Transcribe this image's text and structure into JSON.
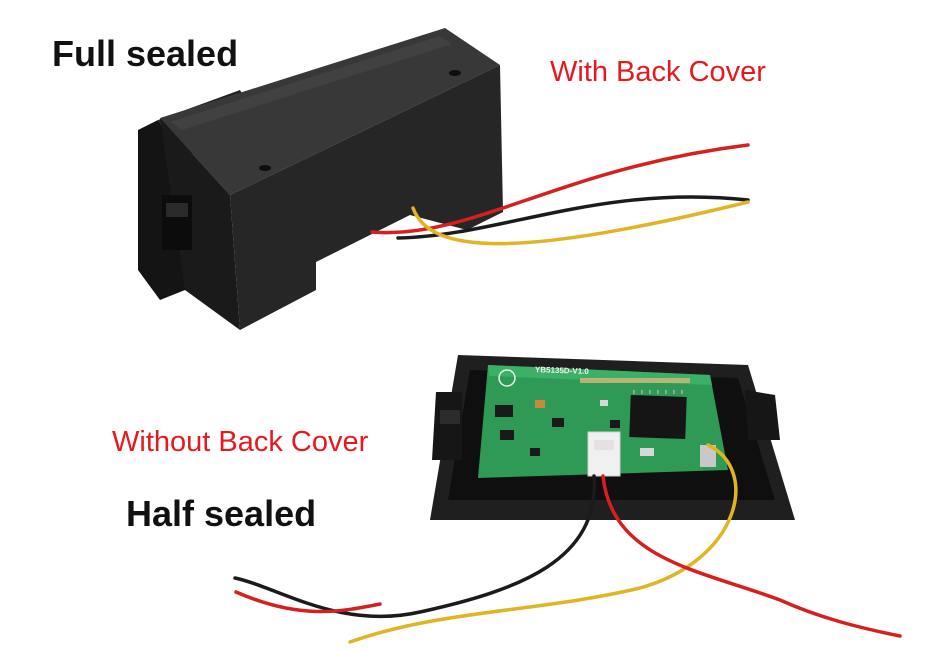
{
  "captions": {
    "full_sealed": "Full sealed",
    "with_back_cover": "With Back Cover",
    "without_back_cover": "Without Back Cover",
    "half_sealed": "Half sealed"
  },
  "pcb": {
    "silkscreen": "YB5135D-V1.0"
  },
  "colors": {
    "caption_black": "#111111",
    "caption_red": "#e8191e",
    "housing": "#1e1e1e",
    "pcb_green": "#2f9a55",
    "wire_red": "#d62020",
    "wire_black": "#1b1b1b",
    "wire_yellow": "#e0b422"
  }
}
